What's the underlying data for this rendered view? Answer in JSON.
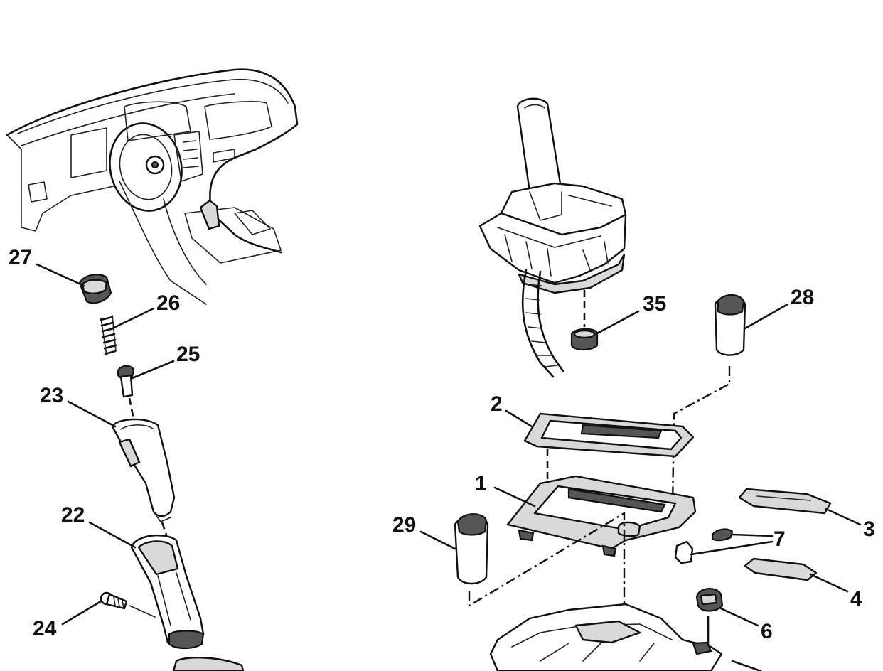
{
  "diagram": {
    "callouts": {
      "c1": "1",
      "c2": "2",
      "c3": "3",
      "c4": "4",
      "c6": "6",
      "c7": "7",
      "c22": "22",
      "c23": "23",
      "c24": "24",
      "c25": "25",
      "c26": "26",
      "c27": "27",
      "c28": "28",
      "c29": "29",
      "c35": "35"
    }
  }
}
